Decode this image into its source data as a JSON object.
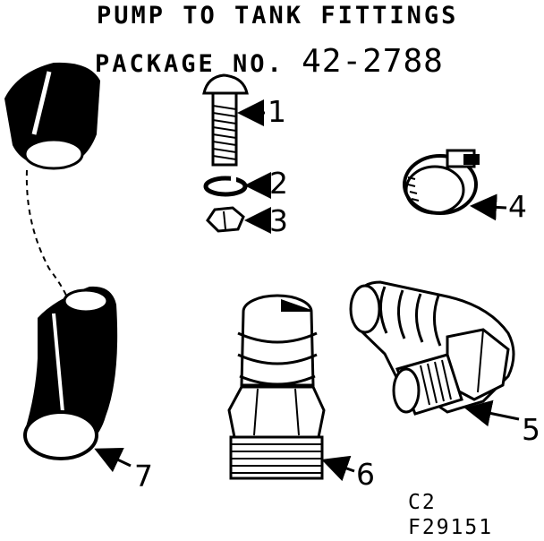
{
  "title": {
    "line1": "PUMP TO TANK FITTINGS",
    "line2_prefix": "PACKAGE NO.",
    "package_number": "42-2788"
  },
  "parts": [
    {
      "number": "1",
      "icon": "bolt-icon"
    },
    {
      "number": "2",
      "icon": "lock-washer-icon"
    },
    {
      "number": "3",
      "icon": "hex-nut-icon"
    },
    {
      "number": "4",
      "icon": "hose-clamp-icon"
    },
    {
      "number": "5",
      "icon": "elbow-fitting-icon"
    },
    {
      "number": "6",
      "icon": "hose-barb-adapter-icon"
    },
    {
      "number": "7",
      "icon": "hose-icon"
    }
  ],
  "codes": {
    "line1": "C2",
    "line2": "F29151"
  }
}
